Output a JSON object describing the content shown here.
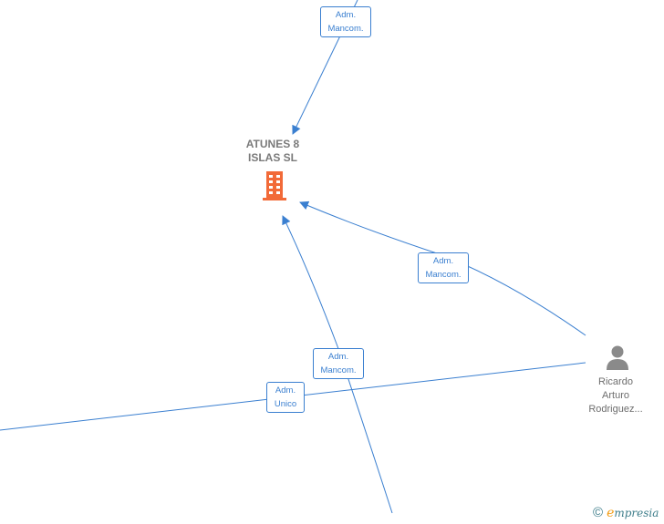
{
  "company": {
    "name_line1": "ATUNES 8",
    "name_line2": "ISLAS  SL",
    "color": "#f26a38"
  },
  "person": {
    "name_line1": "Ricardo",
    "name_line2": "Arturo",
    "name_line3": "Rodriguez..."
  },
  "edges": {
    "top": {
      "line1": "Adm.",
      "line2": "Mancom."
    },
    "right": {
      "line1": "Adm.",
      "line2": "Mancom."
    },
    "middle": {
      "line1": "Adm.",
      "line2": "Mancom."
    },
    "left": {
      "line1": "Adm.",
      "line2": "Unico"
    }
  },
  "footer": {
    "copyright_symbol": "©",
    "brand_initial": "e",
    "brand_rest": "mpresia"
  },
  "colors": {
    "edge": "#3a7fd0",
    "company_icon": "#f26a38",
    "person_icon": "#8a8a8a"
  }
}
